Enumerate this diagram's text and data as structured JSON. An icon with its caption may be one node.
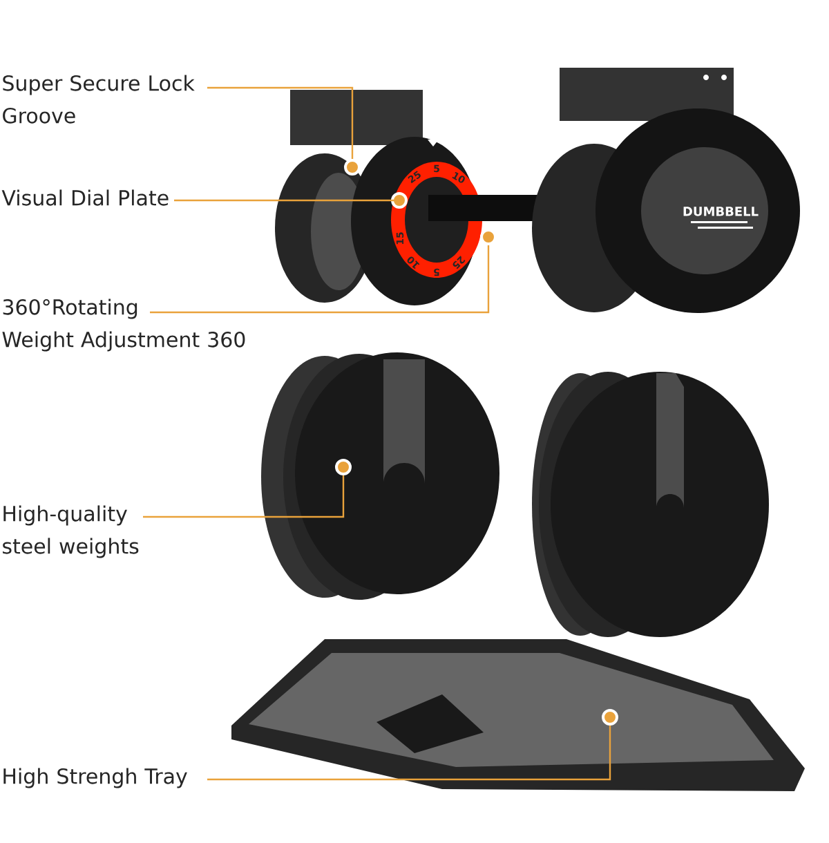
{
  "diagram": {
    "nodes": [
      {
        "text": [
          "Super Secure Lock Groove"
        ]
      },
      {
        "text": [
          "Visual Dial Plate"
        ]
      },
      {
        "text": [
          "360°Rotating Weight Adjustment 360"
        ]
      },
      {
        "text": [
          "High-quality steel weights"
        ]
      },
      {
        "text": [
          "High Strengh Tray"
        ]
      },
      {
        "text": [],
        "shape": "circle"
      },
      {
        "text": [],
        "shape": "circle"
      },
      {
        "text": [],
        "shape": "circle"
      },
      {
        "text": [],
        "shape": "circle"
      },
      {
        "text": [],
        "shape": "circle"
      }
    ],
    "edges": [
      {
        "from": 0,
        "to": 5,
        "arrow": "none"
      },
      {
        "from": 1,
        "to": 6,
        "arrow": "none"
      },
      {
        "from": 2,
        "to": 7,
        "arrow": "none"
      },
      {
        "from": 3,
        "to": 8,
        "arrow": "none"
      },
      {
        "from": 4,
        "to": 9,
        "arrow": "none"
      }
    ],
    "labels": [
      "25",
      "5",
      "10",
      "15",
      "10",
      "5",
      "25",
      "DUMBBELL"
    ]
  }
}
